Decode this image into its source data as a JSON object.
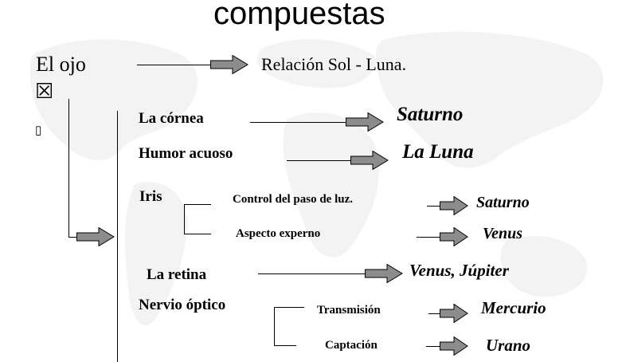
{
  "title": "compuestas",
  "root": {
    "label": "El ojo",
    "result": "Relación Sol - Luna."
  },
  "symbols": {
    "checkbox_glyph": "☒",
    "small_glyph": "▯"
  },
  "parts": {
    "cornea": {
      "label": "La córnea",
      "planet": "Saturno"
    },
    "humor": {
      "label": "Humor acuoso",
      "planet": "La Luna"
    },
    "iris": {
      "label": "Iris",
      "sub1": {
        "label": "Control del paso de luz.",
        "planet": "Saturno"
      },
      "sub2": {
        "label": "Aspecto experno",
        "planet": "Venus"
      }
    },
    "retina": {
      "label": "La retina",
      "planet": "Venus, Júpiter"
    },
    "nervio": {
      "label": "Nervio óptico",
      "sub1": {
        "label": "Transmisión",
        "planet": "Mercurio"
      },
      "sub2": {
        "label": "Captación",
        "planet": "Urano"
      }
    }
  },
  "colors": {
    "arrow_fill": "#8c8c8c",
    "map_tint": "#f2f2f2"
  },
  "icons": {
    "arrow": "block-arrow-right-icon",
    "background": "world-map-watermark"
  }
}
